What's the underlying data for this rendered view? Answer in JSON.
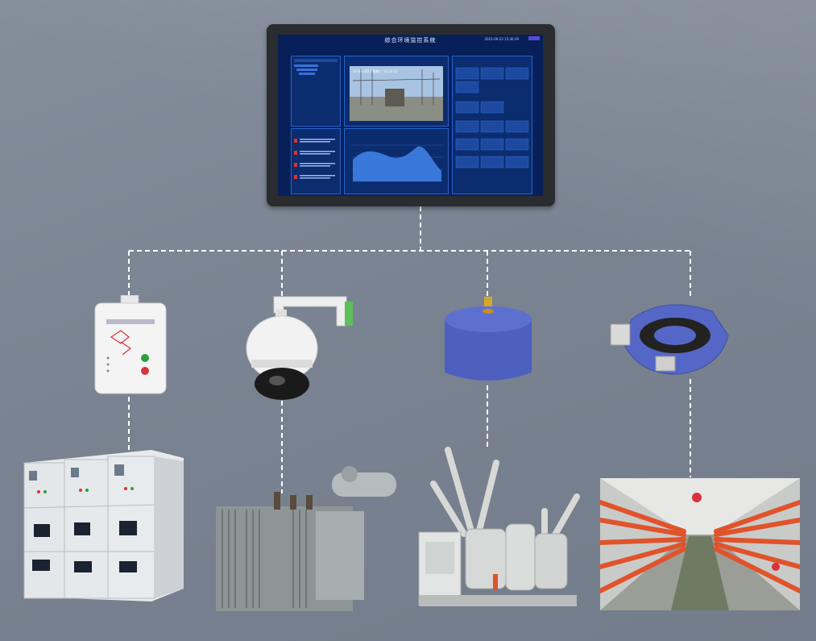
{
  "screen": {
    "title": "综合环境监控系统",
    "datetime": "2021-09-23 15:36:39",
    "video_caption": "07-07-2021 星期三 14:33:51"
  },
  "devices": {
    "top": [
      "monitoring-screen"
    ],
    "sensors": [
      "sensor-box",
      "ptz-dome-camera",
      "cylindrical-sensor",
      "ring-current-sensor"
    ],
    "equipment": [
      "switchgear-cabinet",
      "power-transformer",
      "gis-switchgear",
      "cable-tunnel"
    ]
  },
  "colors": {
    "background": "#7a8391",
    "connector": "#ffffff",
    "screen_bg": "#07205a",
    "panel_border": "#2a63c9",
    "alarm_red": "#d9323b",
    "cable_orange": "#e0532b",
    "sensor_blue": "#4d5fbf"
  }
}
